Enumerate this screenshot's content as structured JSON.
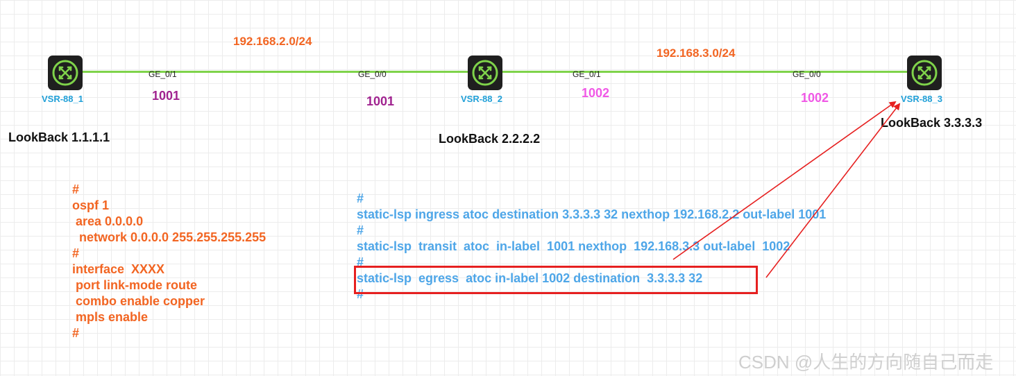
{
  "devices": [
    {
      "name": "VSR-88_1",
      "loopback": "LookBack 1.1.1.1"
    },
    {
      "name": "VSR-88_2",
      "loopback": "LookBack 2.2.2.2"
    },
    {
      "name": "VSR-88_3",
      "loopback": "LookBack 3.3.3.3"
    }
  ],
  "links": [
    {
      "subnet": "192.168.2.0/24",
      "port_a": "GE_0/1",
      "port_b": "GE_0/0",
      "label_a": "1001",
      "label_b": "1001"
    },
    {
      "subnet": "192.168.3.0/24",
      "port_a": "GE_0/1",
      "port_b": "GE_0/0",
      "label_a": "1002",
      "label_b": "1002"
    }
  ],
  "config_ospf": [
    "#",
    "ospf 1",
    " area 0.0.0.0",
    "  network 0.0.0.0 255.255.255.255",
    "#",
    "interface  XXXX",
    " port link-mode route",
    " combo enable copper",
    " mpls enable",
    "#"
  ],
  "config_lsp": [
    "#",
    "static-lsp ingress atoc destination 3.3.3.3 32 nexthop 192.168.2.2 out-label 1001",
    "#",
    "static-lsp  transit  atoc  in-label  1001 nexthop  192.168.3.3 out-label  1002",
    "#",
    "static-lsp  egress  atoc in-label 1002 destination  3.3.3.3 32",
    "#"
  ],
  "watermark": "CSDN @人生的方向随自己而走",
  "colors": {
    "link": "#7fd34a",
    "device_label": "#21a0d8",
    "subnet": "#f26522",
    "label_purple": "#a0228f",
    "label_pink": "#f058e6",
    "config_orange": "#f26522",
    "config_blue": "#4ea6e8",
    "highlight": "#e62020"
  }
}
